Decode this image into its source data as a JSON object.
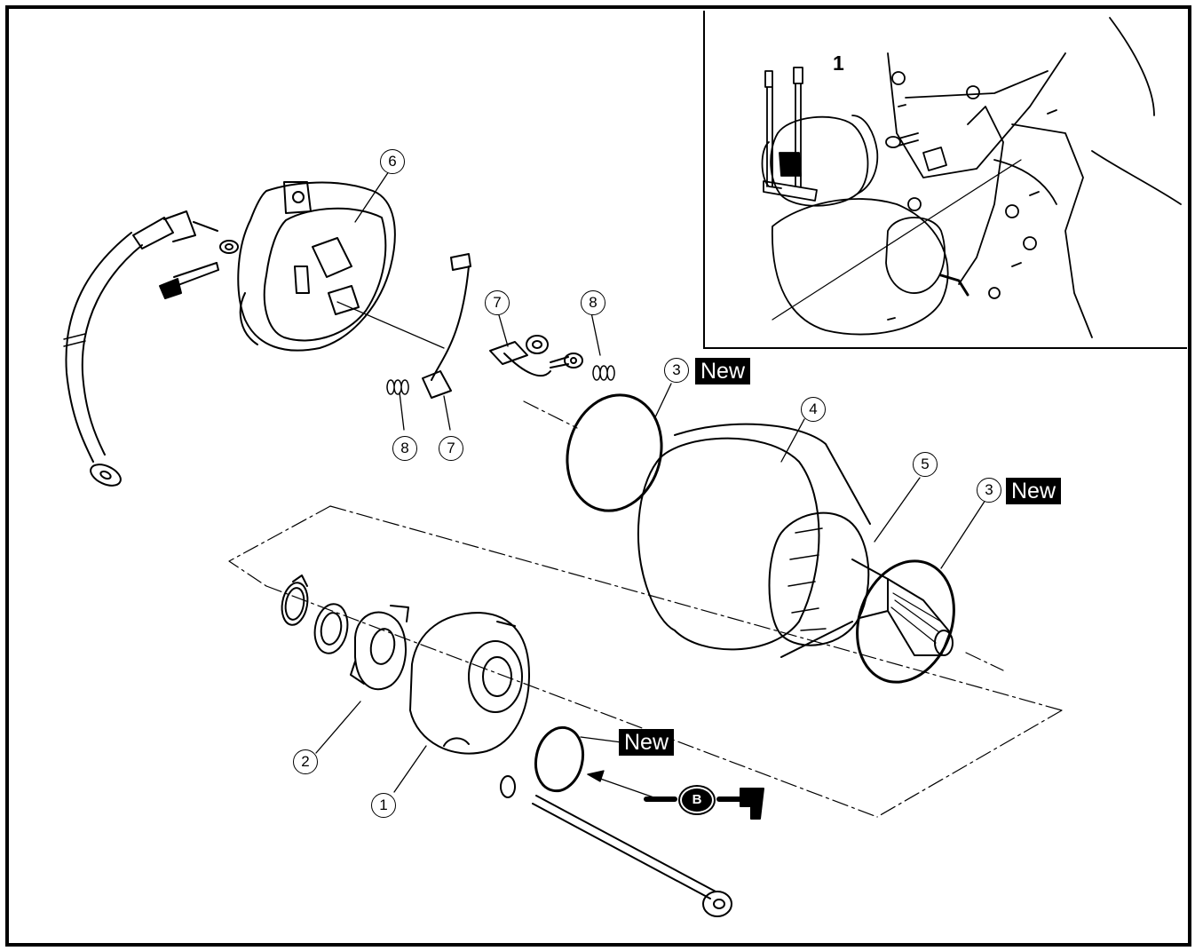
{
  "callouts": [
    {
      "id": "6",
      "label": "6"
    },
    {
      "id": "7a",
      "label": "7"
    },
    {
      "id": "8a",
      "label": "8"
    },
    {
      "id": "8b",
      "label": "8"
    },
    {
      "id": "7b",
      "label": "7"
    },
    {
      "id": "3a",
      "label": "3"
    },
    {
      "id": "4",
      "label": "4"
    },
    {
      "id": "5",
      "label": "5"
    },
    {
      "id": "3b",
      "label": "3"
    },
    {
      "id": "2",
      "label": "2"
    },
    {
      "id": "1",
      "label": "1"
    }
  ],
  "badges": {
    "new_1": "New",
    "new_2": "New",
    "new_3": "New"
  },
  "inset": {
    "part_number": "1"
  },
  "lubricant_symbol": {
    "letter": "B"
  },
  "colors": {
    "line": "#000000",
    "background": "#ffffff",
    "badge_bg": "#000000",
    "badge_text": "#ffffff"
  }
}
